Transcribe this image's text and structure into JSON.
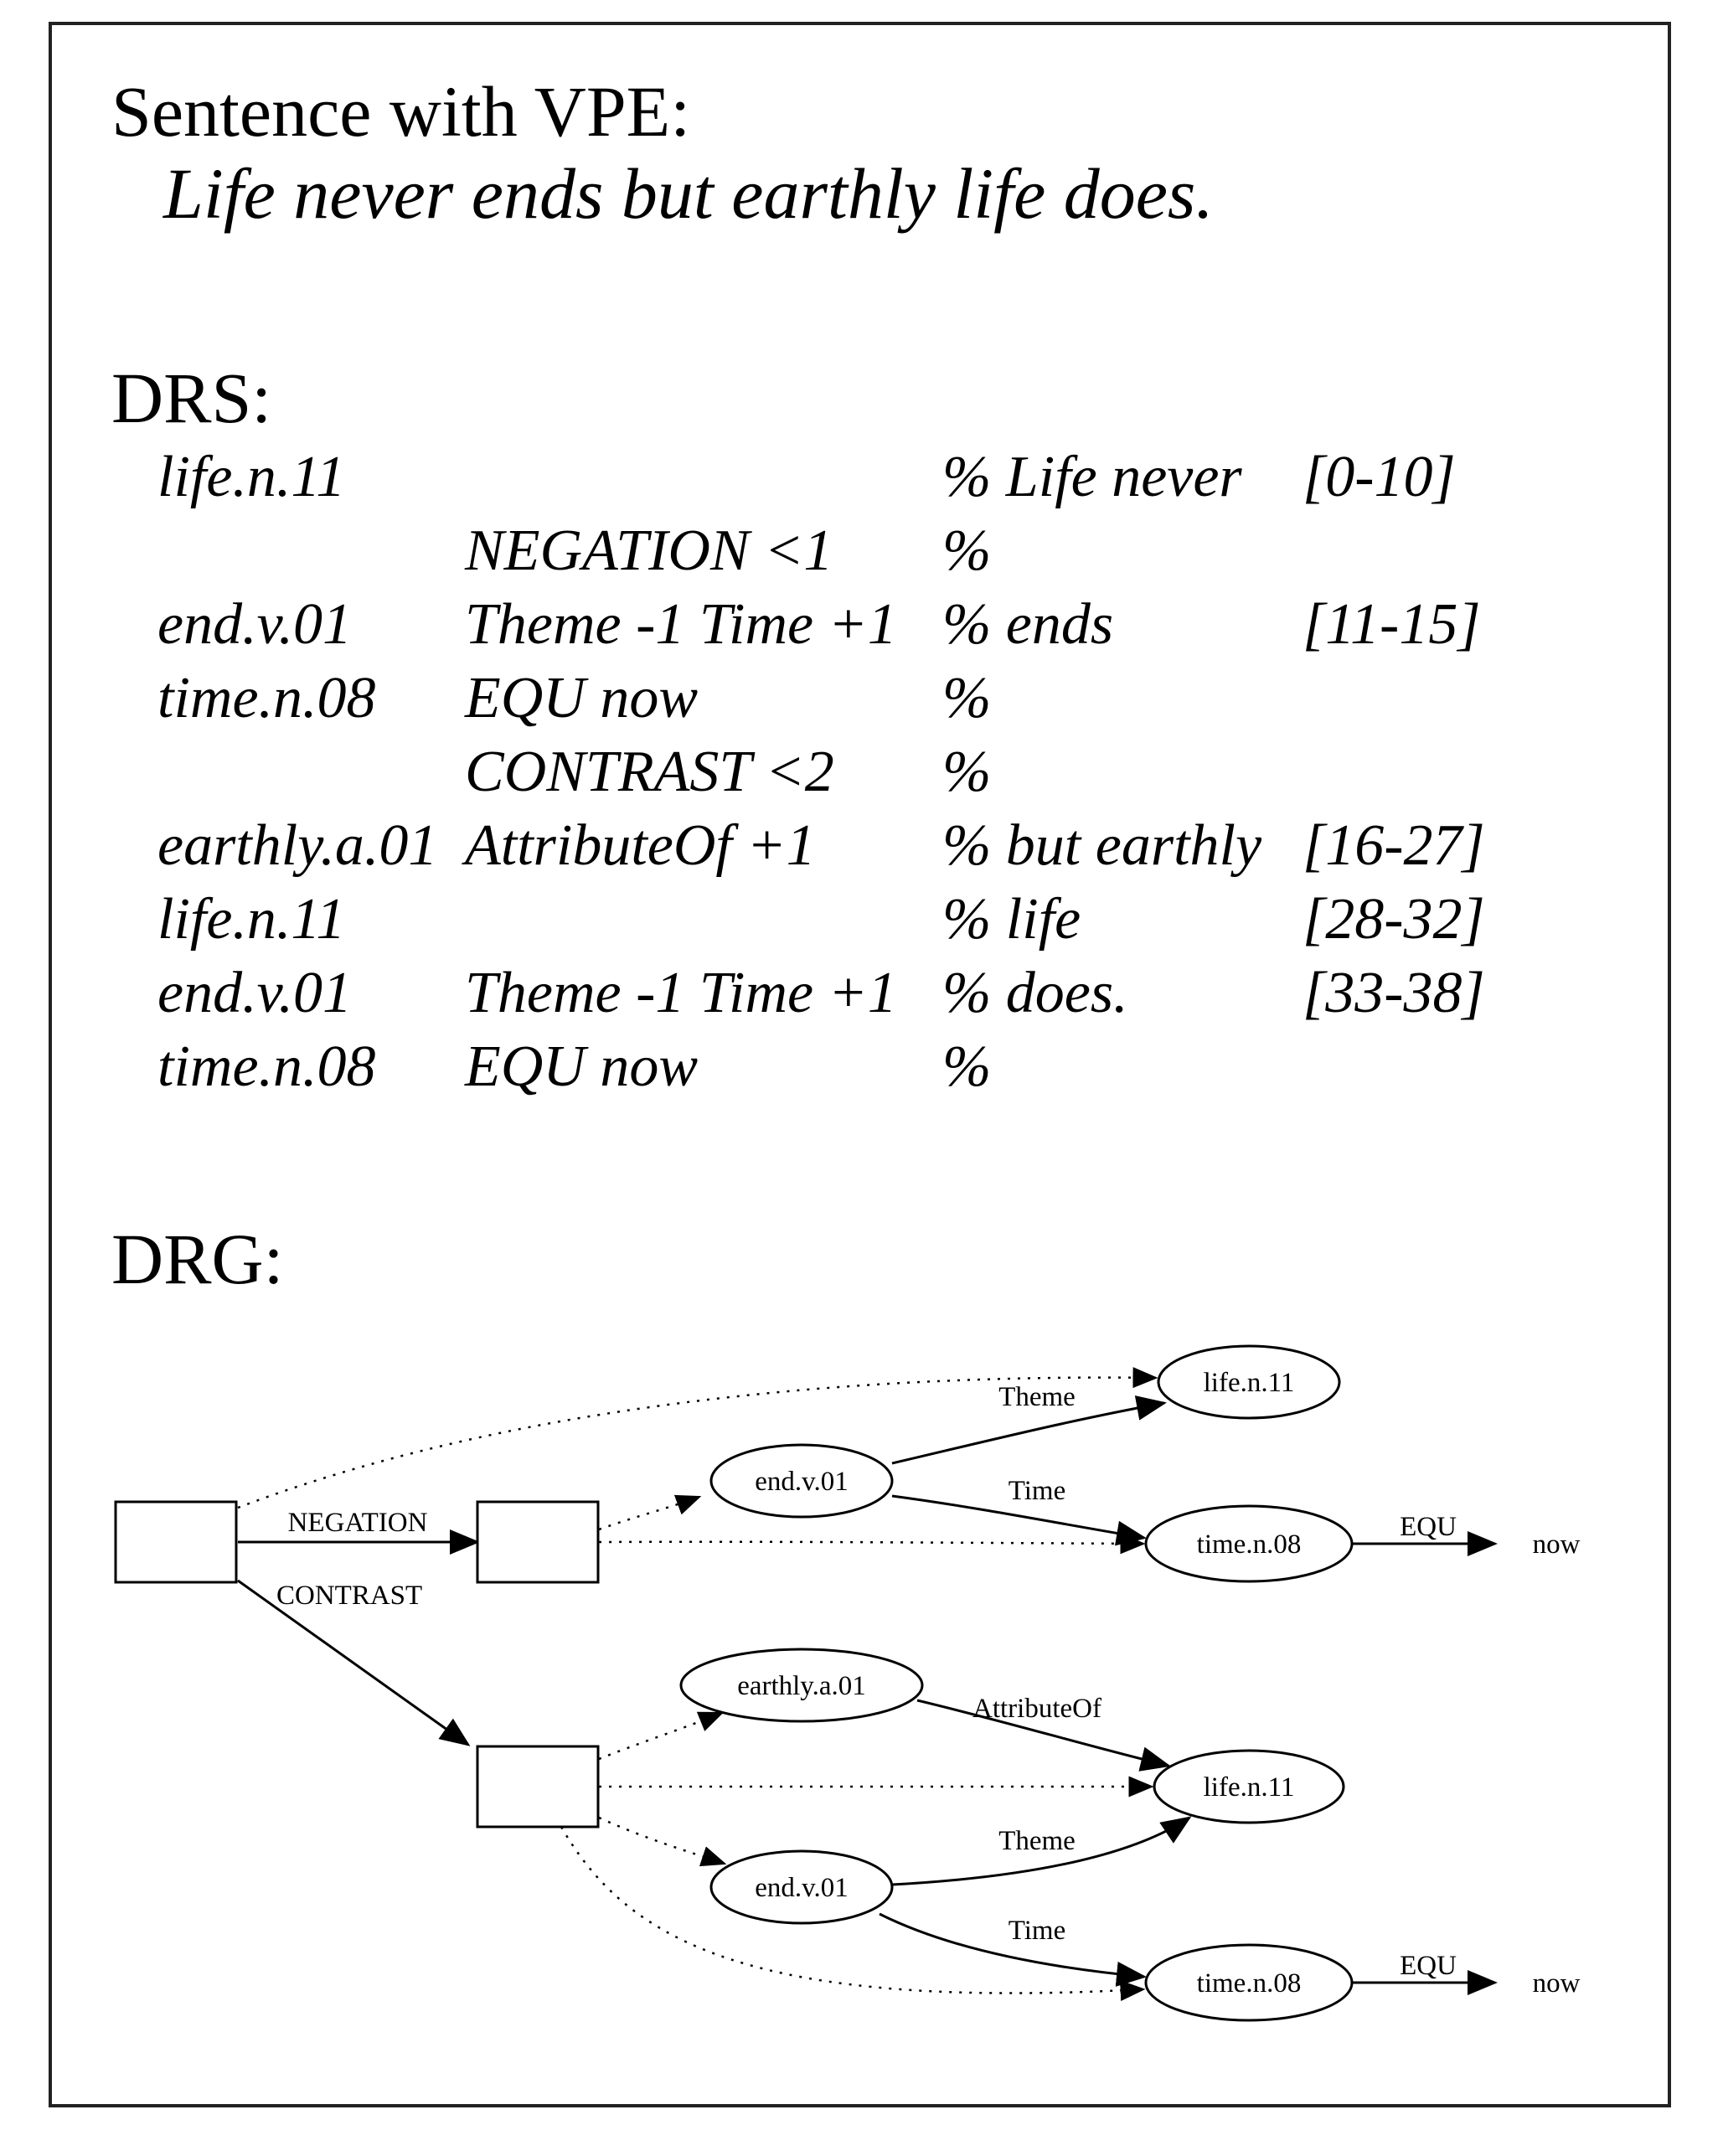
{
  "headings": {
    "sentence_heading": "Sentence with VPE:",
    "sentence": "Life never ends but earthly life does.",
    "drs_heading": "DRS:",
    "drg_heading": "DRG:"
  },
  "drs_rows": [
    {
      "concept": "life.n.11",
      "relation": "",
      "comment": "% Life never",
      "span": "[0-10]"
    },
    {
      "concept": "",
      "relation": "NEGATION <1",
      "comment": "%",
      "span": ""
    },
    {
      "concept": "end.v.01",
      "relation": "Theme -1 Time +1",
      "comment": "% ends",
      "span": "[11-15]"
    },
    {
      "concept": "time.n.08",
      "relation": "EQU now",
      "comment": "%",
      "span": ""
    },
    {
      "concept": "",
      "relation": "CONTRAST <2",
      "comment": "%",
      "span": ""
    },
    {
      "concept": "earthly.a.01",
      "relation": "AttributeOf  +1",
      "comment": "% but earthly",
      "span": "[16-27]"
    },
    {
      "concept": "life.n.11",
      "relation": "",
      "comment": "% life",
      "span": "[28-32]"
    },
    {
      "concept": "end.v.01",
      "relation": "Theme -1 Time +1",
      "comment": "% does.",
      "span": "[33-38]"
    },
    {
      "concept": "time.n.08",
      "relation": "EQU now",
      "comment": "%",
      "span": ""
    }
  ],
  "drg": {
    "nodes": [
      {
        "id": "b1",
        "shape": "box",
        "label": ""
      },
      {
        "id": "b2",
        "shape": "box",
        "label": ""
      },
      {
        "id": "b3",
        "shape": "box",
        "label": ""
      },
      {
        "id": "e1",
        "shape": "ellipse",
        "label": "end.v.01"
      },
      {
        "id": "l1",
        "shape": "ellipse",
        "label": "life.n.11"
      },
      {
        "id": "t1",
        "shape": "ellipse",
        "label": "time.n.08"
      },
      {
        "id": "n1",
        "shape": "plain",
        "label": "now"
      },
      {
        "id": "a2",
        "shape": "ellipse",
        "label": "earthly.a.01"
      },
      {
        "id": "l2",
        "shape": "ellipse",
        "label": "life.n.11"
      },
      {
        "id": "e2",
        "shape": "ellipse",
        "label": "end.v.01"
      },
      {
        "id": "t2",
        "shape": "ellipse",
        "label": "time.n.08"
      },
      {
        "id": "n2",
        "shape": "plain",
        "label": "now"
      }
    ],
    "edges": [
      {
        "from": "b1",
        "to": "b2",
        "label": "NEGATION",
        "style": "solid"
      },
      {
        "from": "b1",
        "to": "b3",
        "label": "CONTRAST",
        "style": "solid"
      },
      {
        "from": "b1",
        "to": "l1",
        "label": "",
        "style": "dotted"
      },
      {
        "from": "b2",
        "to": "e1",
        "label": "",
        "style": "dotted"
      },
      {
        "from": "b2",
        "to": "t1",
        "label": "",
        "style": "dotted"
      },
      {
        "from": "e1",
        "to": "l1",
        "label": "Theme",
        "style": "solid"
      },
      {
        "from": "e1",
        "to": "t1",
        "label": "Time",
        "style": "solid"
      },
      {
        "from": "t1",
        "to": "n1",
        "label": "EQU",
        "style": "solid"
      },
      {
        "from": "b3",
        "to": "a2",
        "label": "",
        "style": "dotted"
      },
      {
        "from": "b3",
        "to": "l2",
        "label": "",
        "style": "dotted"
      },
      {
        "from": "b3",
        "to": "e2",
        "label": "",
        "style": "dotted"
      },
      {
        "from": "b3",
        "to": "t2",
        "label": "",
        "style": "dotted"
      },
      {
        "from": "a2",
        "to": "l2",
        "label": "AttributeOf",
        "style": "solid"
      },
      {
        "from": "e2",
        "to": "l2",
        "label": "Theme",
        "style": "solid"
      },
      {
        "from": "e2",
        "to": "t2",
        "label": "Time",
        "style": "solid"
      },
      {
        "from": "t2",
        "to": "n2",
        "label": "EQU",
        "style": "solid"
      }
    ]
  }
}
